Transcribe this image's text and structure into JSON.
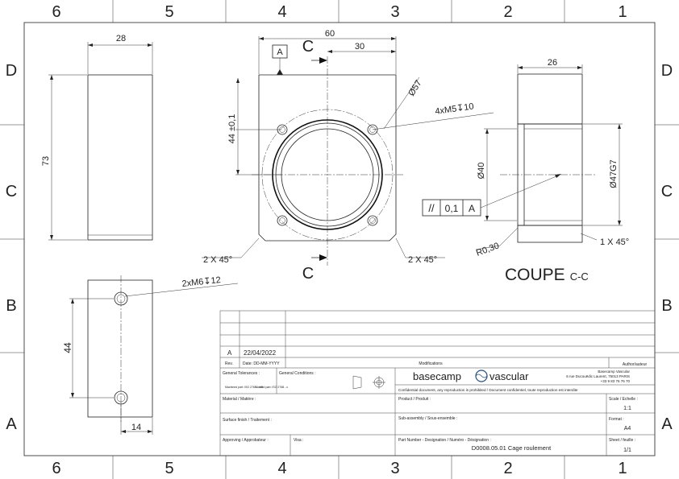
{
  "border": {
    "cols_top": [
      "6",
      "5",
      "4",
      "3",
      "2",
      "1"
    ],
    "cols_bottom": [
      "6",
      "5",
      "4",
      "3",
      "2",
      "1"
    ],
    "rows_left": [
      "D",
      "C",
      "B",
      "A"
    ],
    "rows_right": [
      "D",
      "C",
      "B",
      "A"
    ]
  },
  "dims": {
    "d28": "28",
    "d73": "73",
    "d60": "60",
    "d30": "30",
    "d44tol": "44 ±0,1",
    "d57": "Ø57",
    "holes_m5": "4xM5↧10",
    "cham_left": "2 X 45°",
    "cham_right": "2 X 45°",
    "d26": "26",
    "d40": "Ø40",
    "d47": "Ø47G7",
    "radius": "R0,30",
    "cham_sec": "1 X 45°",
    "holes_m6": "2xM6↧12",
    "d44b": "44",
    "d14": "14"
  },
  "annotations": {
    "datum": "A",
    "cut_letter_top": "C",
    "cut_letter_bottom": "C",
    "section_title": "COUPE",
    "section_suffix": "C-C",
    "tol_symbol": "//",
    "tol_value": "0,1",
    "tol_datum": "A"
  },
  "title_block": {
    "rev_value": "A",
    "date_value": "22/04/2022",
    "rev_label": "Rev.",
    "date_label": "Date: DD-MM-YYYY",
    "modifications": "Modifications",
    "author": "Author/auteur",
    "general_tolerances": "General Tolerances :",
    "machined_tol": "Machined part: ISO 2768 - mK",
    "molded_tol": "Molded part: ISO 2768 - c",
    "general_conditions": "General Conditions :",
    "company_logo_left": "basecamp",
    "company_logo_right": "vascular",
    "company_name": "Basecamp Vascular",
    "company_address": "6 rue Ducouëdic Laurent, 75013 PARIS",
    "company_phone": "+33 9 83 76 76 70",
    "confidential": "Confidential document, any reproduction is prohibited / Document confidentiel, toute reproduction est interdite",
    "material": "Material / Matière :",
    "product": "Product / Produit :",
    "scale_label": "Scale / Echelle :",
    "scale_value": "1:1",
    "surface": "Surface finish / Traitement :",
    "subassembly": "Sub-assembly / Sous-ensemble :",
    "format_label": "Format :",
    "format_value": "A4",
    "approving": "Approving / Approbateur :",
    "visa": "Visa :",
    "part_number_label": "Part Number - Designation / Numéro - Désignation :",
    "part_number_value": "D0008.05.01 Cage roulement",
    "sheet_label": "Sheet / feuille :",
    "sheet_value": "1/1"
  },
  "colors": {
    "line": "#222222",
    "background": "#ffffff",
    "hatch": "#555555"
  }
}
